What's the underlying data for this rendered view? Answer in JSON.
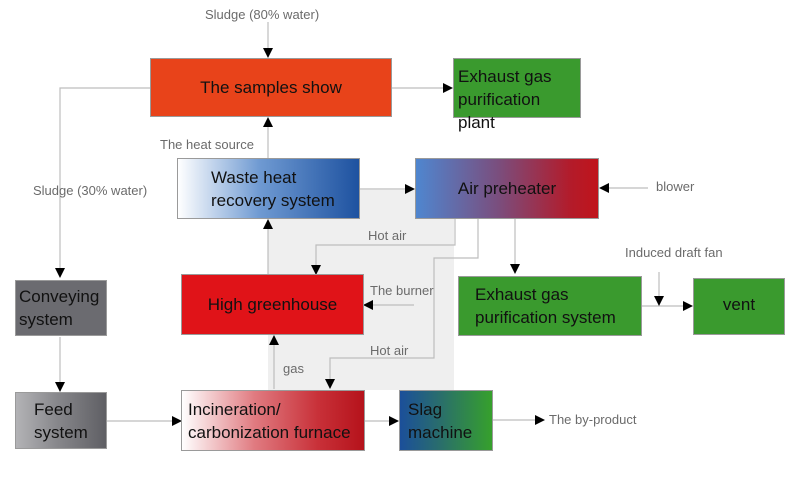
{
  "nodes": {
    "samples_show": "The samples show",
    "exhaust_plant": [
      "Exhaust gas",
      "purification plant"
    ],
    "waste_heat": [
      "Waste heat",
      "recovery system"
    ],
    "air_preheater": "Air preheater",
    "conveying": [
      "Conveying",
      "system"
    ],
    "high_greenhouse": "High greenhouse",
    "exhaust_system": [
      "Exhaust gas",
      "purification system"
    ],
    "vent": "vent",
    "feed": [
      "Feed",
      "system"
    ],
    "furnace": [
      "Incineration/",
      "carbonization furnace"
    ],
    "slag": [
      "Slag",
      "machine"
    ]
  },
  "labels": {
    "sludge_80": "Sludge (80% water)",
    "sludge_30": "Sludge (30% water)",
    "heat_source": "The heat source",
    "blower": "blower",
    "hot_air_1": "Hot air",
    "hot_air_2": "Hot air",
    "burner": "The burner",
    "induced_fan": "Induced draft fan",
    "gas": "gas",
    "by_product": "The by-product"
  },
  "colors": {
    "orange_red": "#e8431a",
    "green": "#3a9a2e",
    "red": "#e01318",
    "dark_gray": "#6b6b70",
    "blue": "#1e55a0",
    "dark_red": "#b5121b"
  }
}
